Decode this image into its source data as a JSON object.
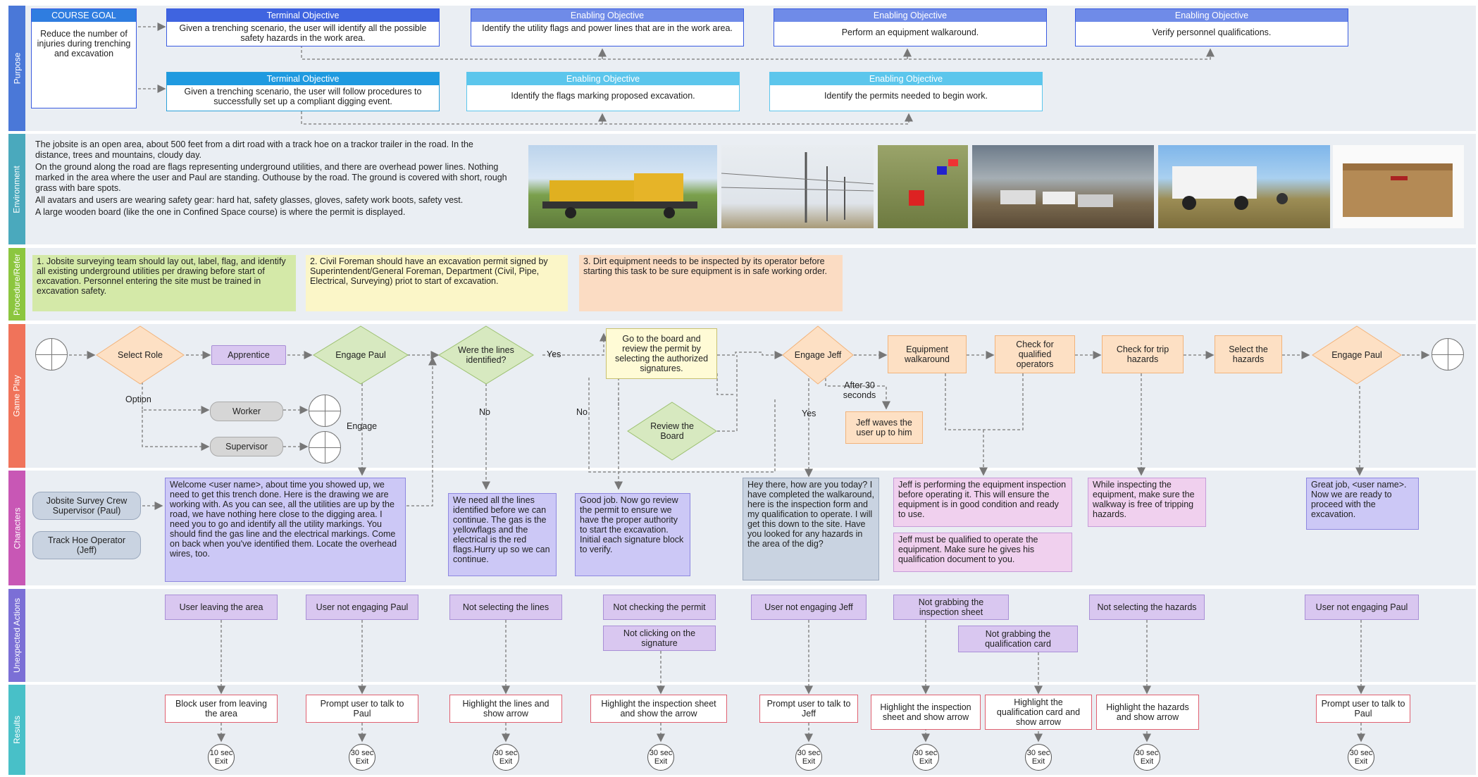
{
  "bands": {
    "purpose": "Purpose",
    "environment": "Environment",
    "procedure": "Procedure/Refer",
    "gameplay": "Game Play",
    "characters": "Characters",
    "unexpected": "Unexpected Actions",
    "results": "Results"
  },
  "purpose": {
    "course_goal_title": "COURSE GOAL",
    "course_goal_text": "Reduce the number of injuries during trenching and excavation",
    "row1": [
      {
        "header": "Terminal Objective",
        "text": "Given a trenching scenario, the user will identify all the possible safety hazards in the work area."
      },
      {
        "header": "Enabling Objective",
        "text": "Identify the utility flags and power lines that are in the work area."
      },
      {
        "header": "Enabling Objective",
        "text": "Perform an equipment walkaround."
      },
      {
        "header": "Enabling Objective",
        "text": "Verify personnel qualifications."
      }
    ],
    "row2": [
      {
        "header": "Terminal Objective",
        "text": "Given a trenching scenario, the user will follow procedures to successfully set up a compliant digging event."
      },
      {
        "header": "Enabling Objective",
        "text": "Identify the flags marking proposed excavation."
      },
      {
        "header": "Enabling Objective",
        "text": "Identify the permits needed to begin work."
      }
    ]
  },
  "environment": {
    "p1": "The jobsite is an open area, about 500 feet from a dirt road with a track hoe on a trackor trailer in the road. In the distance, trees and mountains, cloudy day.",
    "p2": "On the ground along the road are flags representing underground utilities, and there are overhead power lines. Nothing marked in the area where the user and Paul are standing. Outhouse by the road. The ground is covered with short, rough grass with bare spots.",
    "p3": "All avatars and users are wearing safety gear: hard hat, safety glasses, gloves, safety work boots, safety vest.",
    "p4": "A large wooden board (like the one in Confined Space course) is where the permit is displayed.",
    "photos": [
      "track-hoe-on-trailer",
      "overhead-power-lines",
      "utility-flags",
      "trucks-at-jobsite",
      "pickup-truck",
      "job-box"
    ]
  },
  "procedure": {
    "p1": "1. Jobsite surveying team should lay out, label, flag, and identify all existing underground utilities per drawing before start of excavation. Personnel entering the site must be trained in excavation safety.",
    "p2": "2. Civil Foreman should have an excavation permit signed by Superintendent/General Foreman, Department (Civil, Pipe, Electrical, Surveying) priot to start of excavation.",
    "p3": "3. Dirt equipment needs to be inspected by its operator before starting this task to be sure equipment is in safe working order."
  },
  "gameplay": {
    "select_role": "Select Role",
    "apprentice": "Apprentice",
    "engage_paul": "Engage Paul",
    "lines_identified": "Were the lines identified?",
    "yes": "Yes",
    "no": "No",
    "go_to_board": "Go to the board and review the permit by selecting the authorized signatures.",
    "review_board": "Review the Board",
    "engage_jeff": "Engage Jeff",
    "after_30": "After 30 seconds",
    "jeff_waves": "Jeff waves the user up to him",
    "equipment_walkaround": "Equipment walkaround",
    "check_qualified": "Check for qualified operators",
    "check_trip": "Check for trip hazards",
    "select_hazards": "Select the hazards",
    "engage_paul_end": "Engage Paul",
    "option": "Option",
    "worker": "Worker",
    "supervisor": "Supervisor",
    "engage": "Engage"
  },
  "characters": {
    "paul": "Jobsite Survey Crew Supervisor (Paul)",
    "jeff": "Track Hoe Operator (Jeff)",
    "welcome": "Welcome <user name>, about time you showed up, we need to get this trench done. Here is the drawing we are working with. As you can see, all the utilities are up by the road, we have nothing here close to the digging area. I need you to go and identify all the utility markings. You should find the gas line and the electrical markings. Come on back when you've identified them. Locate the overhead wires, too.",
    "need_lines": "We need all the lines identified before we can continue. The gas is the yellowflags and the electrical is the red flags.Hurry up so we can continue.",
    "good_job": "Good job. Now go review the permit to ensure we have the proper authority to start the excavation. Initial each signature block to verify.",
    "hey_there": "Hey there, how are you today? I have completed the walkaround, here is the inspection form and my qualification to operate. I will get this down to the site. Have you looked for any hazards in the area of the dig?",
    "jeff_inspection": "Jeff is performing the equipment inspection before operating it. This will ensure the equipment is in good condition and ready to use.",
    "jeff_qualified": "Jeff must be qualified to operate the equipment. Make sure he gives his qualification document to you.",
    "walkway": "While inspecting the equipment, make sure the walkway is free of tripping hazards.",
    "great_job": "Great job, <user name>. Now we are ready to proceed with the excavation."
  },
  "unexpected": [
    "User leaving the area",
    "User not engaging Paul",
    "Not selecting the lines",
    "Not checking the permit",
    "Not clicking on the signature",
    "User not engaging Jeff",
    "Not grabbing the inspection sheet",
    "Not grabbing the qualification card",
    "Not selecting the hazards",
    "User not engaging Paul"
  ],
  "results": [
    "Block user from leaving the area",
    "Prompt user to talk to Paul",
    "Highlight the lines and show arrow",
    "Highlight the inspection sheet and show the arrow",
    "Prompt user to talk to Jeff",
    "Highlight the inspection sheet and show arrow",
    "Highlight the qualification card and show arrow",
    "Highlight the hazards and show arrow",
    "Prompt user to talk to Paul"
  ],
  "exit_label": "30 sec Exit",
  "exit_first": "10 sec Exit",
  "colors": {
    "purpose": "#4a78d8",
    "environment": "#4aa9bd",
    "procedure": "#8cc63f",
    "gameplay": "#f0735a",
    "characters": "#c857b5",
    "unexpected": "#7b6fd6",
    "results": "#48c0c8"
  }
}
